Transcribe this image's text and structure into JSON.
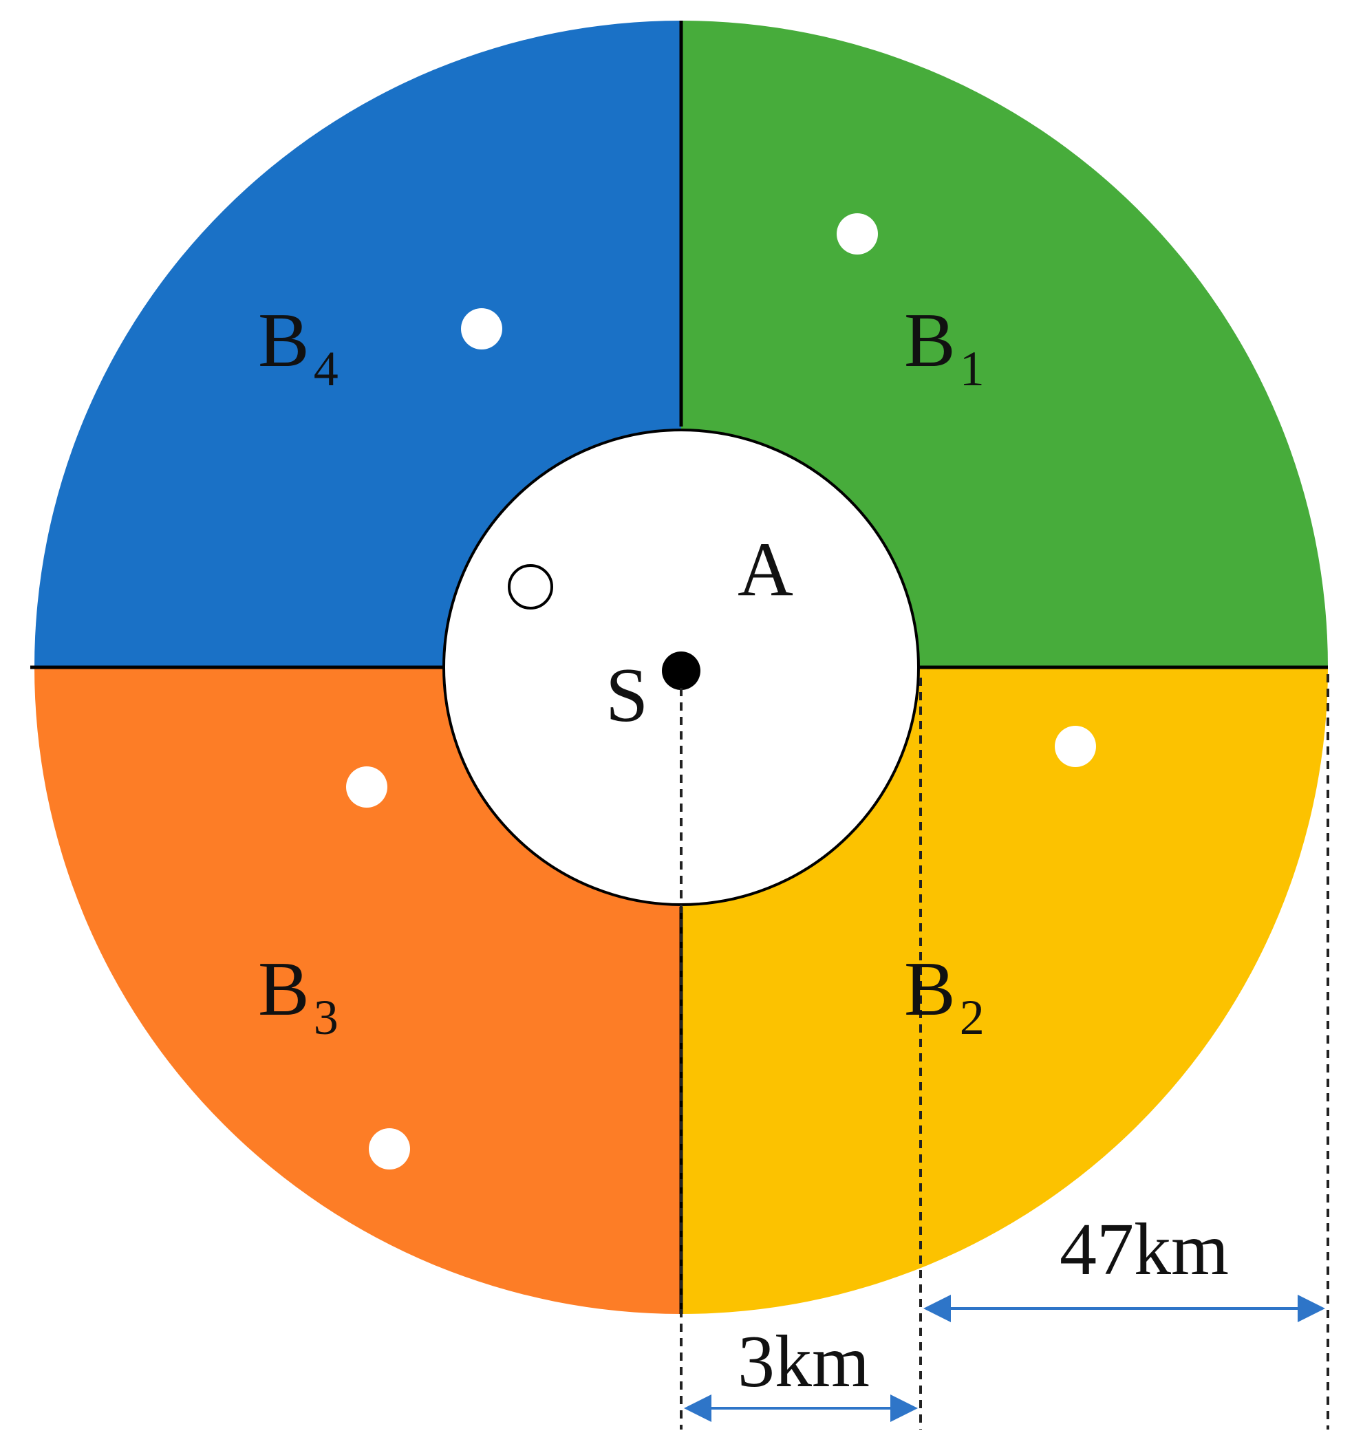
{
  "colors": {
    "b1": "#47AC3B",
    "b2": "#FCC200",
    "b3": "#FD7D26",
    "b4": "#1A71C6",
    "inner": "#FFFFFF",
    "line": "#000000",
    "arrow": "#2E75C8"
  },
  "regions": {
    "b1": {
      "letter": "B",
      "index": "1"
    },
    "b2": {
      "letter": "B",
      "index": "2"
    },
    "b3": {
      "letter": "B",
      "index": "3"
    },
    "b4": {
      "letter": "B",
      "index": "4"
    },
    "inner": {
      "label": "A"
    }
  },
  "center": {
    "label": "S"
  },
  "dimensions": {
    "inner_radius": "3km",
    "ring_width": "47km"
  }
}
